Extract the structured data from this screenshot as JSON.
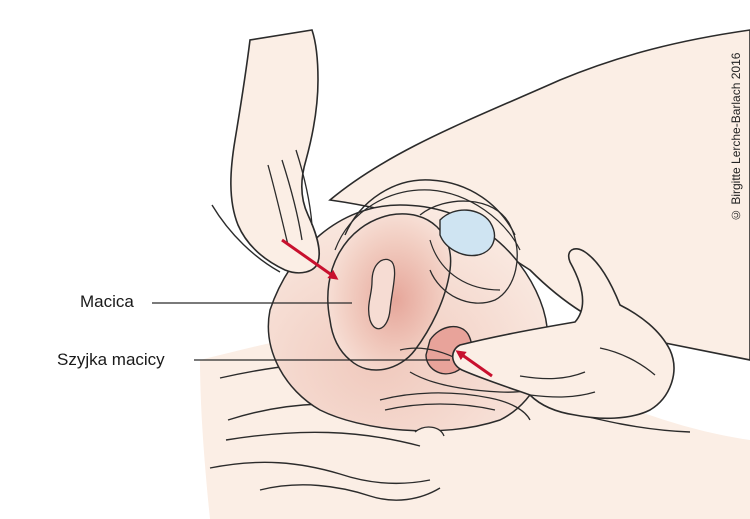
{
  "labels": {
    "uterus": "Macica",
    "cervix": "Szyjka macicy"
  },
  "copyright": "© Birgitte Lerche-Barlach 2016",
  "colors": {
    "skin": "#fbeee5",
    "outline": "#2b2b2b",
    "uterus_light": "#f4d6cc",
    "uterus_mid": "#eab8aa",
    "uterus_dark": "#d98f84",
    "arrow": "#c8102e",
    "bladder": "#cfe4f2"
  }
}
